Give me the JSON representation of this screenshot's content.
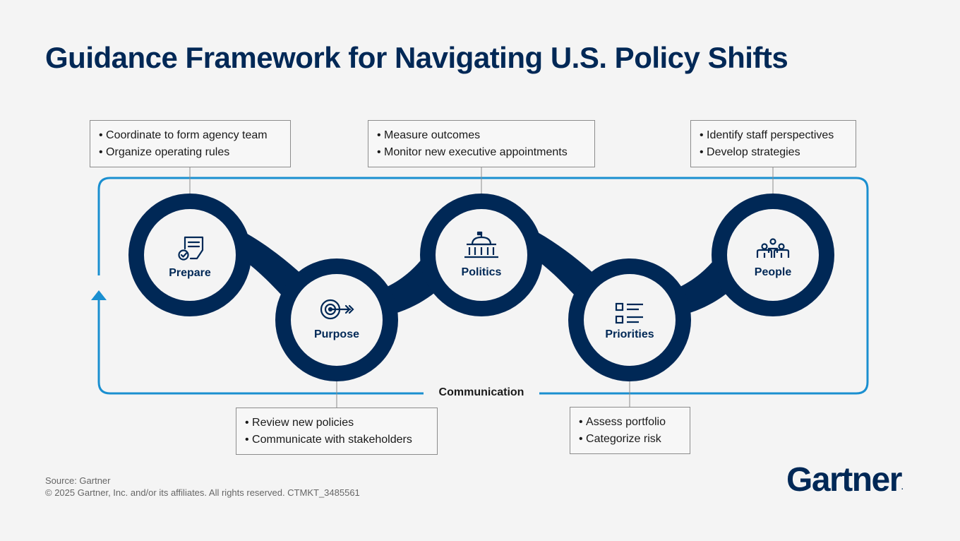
{
  "title": "Guidance Framework for Navigating U.S. Policy Shifts",
  "colors": {
    "navy": "#002856",
    "loop_blue": "#1a8fd0",
    "background": "#f4f4f4"
  },
  "loop_label": "Communication",
  "nodes": [
    {
      "label": "Prepare",
      "icon": "document-check-icon",
      "bullets": [
        "Coordinate to form agency team",
        "Organize operating rules"
      ]
    },
    {
      "label": "Purpose",
      "icon": "target-arrow-icon",
      "bullets": [
        "Review new policies",
        "Communicate with stakeholders"
      ]
    },
    {
      "label": "Politics",
      "icon": "capitol-building-icon",
      "bullets": [
        "Measure outcomes",
        "Monitor new executive appointments"
      ]
    },
    {
      "label": "Priorities",
      "icon": "checklist-icon",
      "bullets": [
        "Assess portfolio",
        "Categorize risk"
      ]
    },
    {
      "label": "People",
      "icon": "people-group-icon",
      "bullets": [
        "Identify staff perspectives",
        "Develop strategies"
      ]
    }
  ],
  "footer": {
    "source": "Source: Gartner",
    "copyright": "© 2025 Gartner, Inc. and/or its affiliates. All rights reserved. CTMKT_3485561"
  },
  "logo": {
    "text": "Gartner",
    "mark": "."
  }
}
